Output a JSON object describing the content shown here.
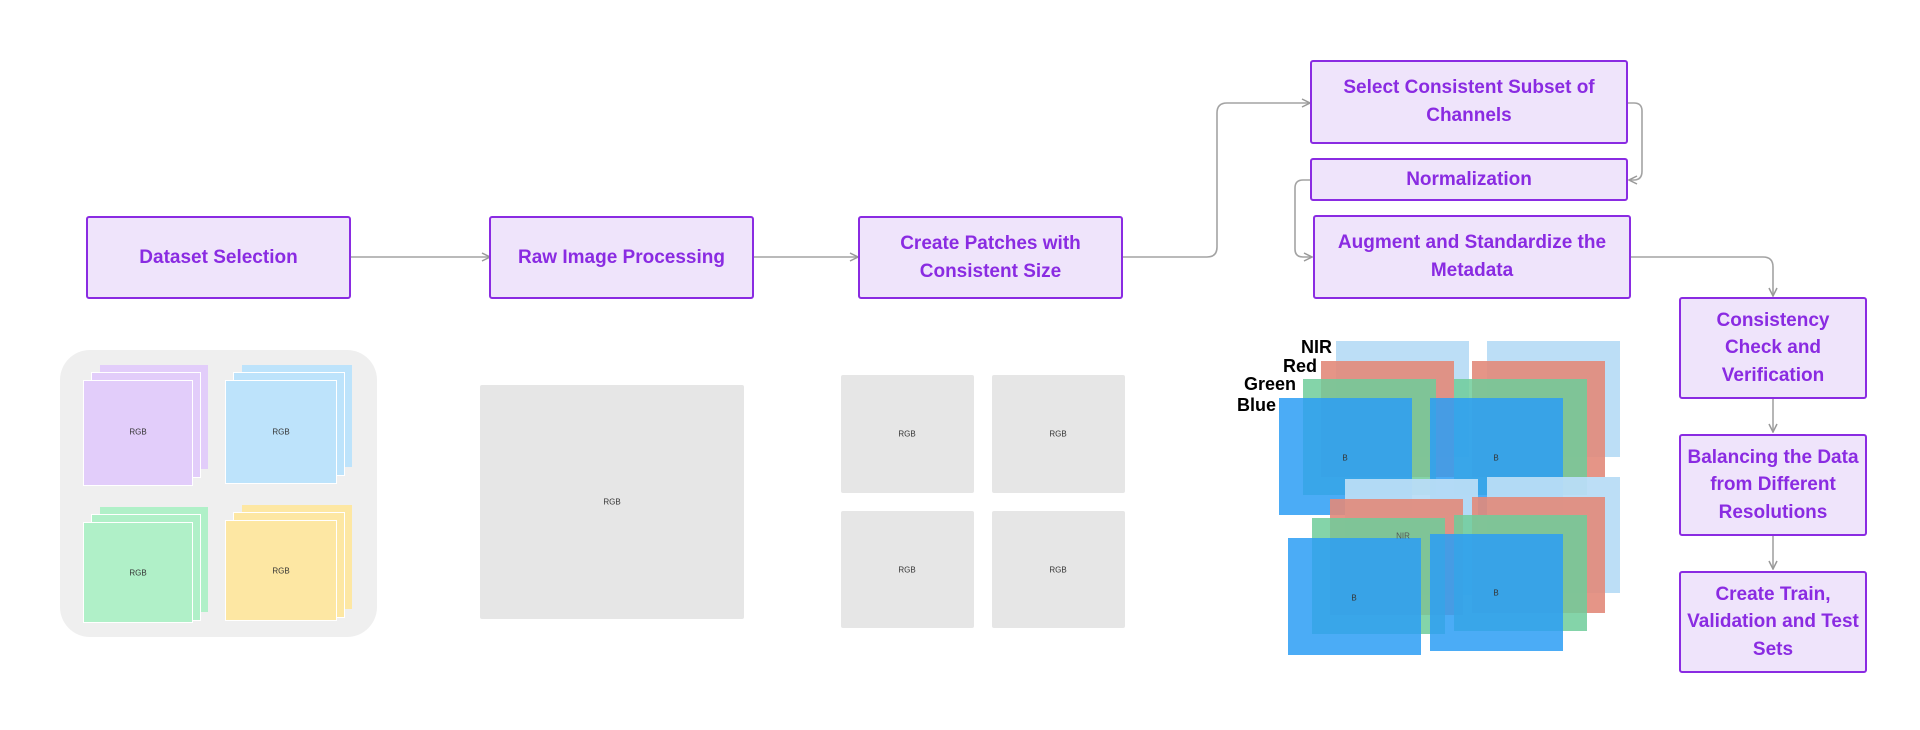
{
  "steps": {
    "dataset_selection": "Dataset Selection",
    "raw_image_processing": "Raw Image Processing",
    "create_patches": "Create Patches with Consistent Size",
    "select_channels": "Select Consistent Subset of Channels",
    "normalization": "Normalization",
    "augment_metadata": "Augment and Standardize the Metadata",
    "consistency_check": "Consistency Check and Verification",
    "balancing": "Balancing the Data from Different Resolutions",
    "create_sets": "Create Train, Validation and Test Sets"
  },
  "tile_labels": {
    "rgb": "RGB",
    "b": "B",
    "nir": "NIR"
  },
  "bands": {
    "nir": "NIR",
    "red": "Red",
    "green": "Green",
    "blue": "Blue"
  },
  "colors": {
    "step_fill": "#efe4fb",
    "step_border": "#8a2be2",
    "purple": "#e2cdfa",
    "light_blue": "#bde3fb",
    "green": "#b0f0c8",
    "yellow": "#fde7a3",
    "nir": "#b8dcf5",
    "red": "#e28a7a",
    "green_band": "#6fcc9a",
    "blue_band": "#2b9ef5"
  }
}
